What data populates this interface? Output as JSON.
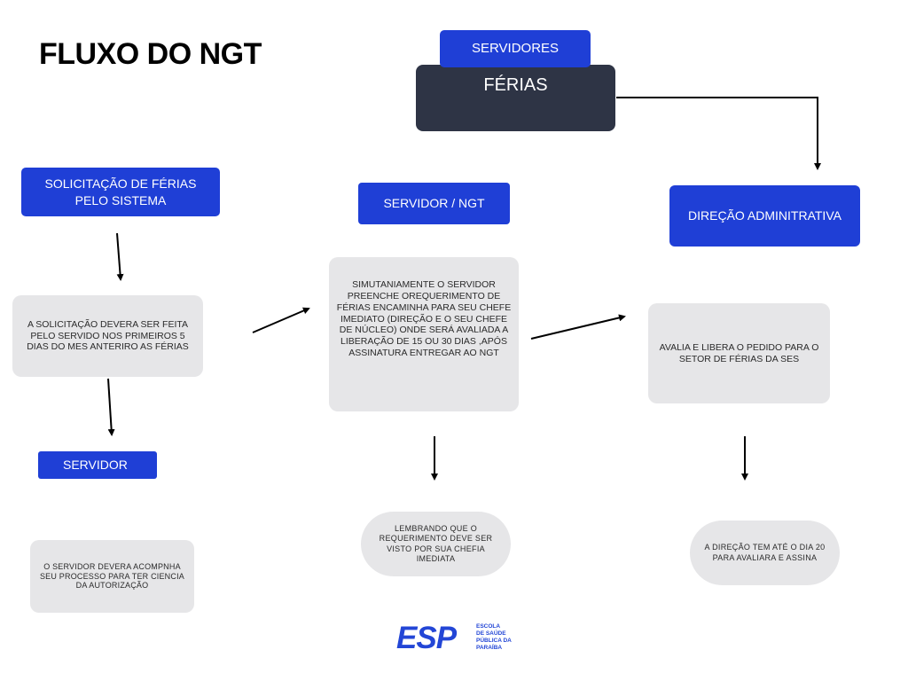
{
  "title": "FLUXO DO NGT",
  "boxes": {
    "servidores": "SERVIDORES",
    "ferias": "FÉRIAS",
    "solicitacao": "SOLICITAÇÃO DE FÉRIAS PELO SISTEMA",
    "servidor_ngt": "SERVIDOR  /  NGT",
    "direcao": "DIREÇÃO ADMINITRATIVA",
    "servidor": "SERVIDOR"
  },
  "notes": {
    "solicitacao_prazo": "A SOLICITAÇÃO DEVERA SER FEITA PELO SERVIDO  NOS PRIMEIROS 5 DIAS DO MES ANTERIRO AS FÉRIAS",
    "requerimento": "SIMUTANIAMENTE O SERVIDOR PREENCHE  OREQUERIMENTO DE FÉRIAS ENCAMINHA PARA SEU CHEFE IMEDIATO (DIREÇÃO  E O SEU CHEFE DE NÚCLEO) ONDE SERÁ AVALIADA A LIBERAÇÃO DE 15 OU 30 DIAS ,APÓS ASSINATURA  ENTREGAR AO  NGT",
    "avalia": "AVALIA E  LIBERA O PEDIDO PARA O SETOR DE FÉRIAS  DA SES",
    "acompanhar": "O SERVIDOR DEVERA ACOMPNHA SEU PROCESSO PARA  TER CIENCIA DA AUTORIZAÇÃO",
    "lembrando": "LEMBRANDO QUE O REQUERIMENTO  DEVE SER VISTO POR SUA CHEFIA IMEDIATA",
    "prazo_direcao": "A DIREÇÃO TEM ATÉ O DIA 20 PARA AVALIARA  E  ASSINA"
  },
  "logo": {
    "mark": "ESP",
    "lines": [
      "ESCOLA",
      "DE SAÚDE",
      "PÚBLICA DA",
      "PARAÍBA"
    ]
  },
  "colors": {
    "blue": "#1f3fd6",
    "dark": "#2e3445",
    "gray": "#e6e6e8"
  }
}
